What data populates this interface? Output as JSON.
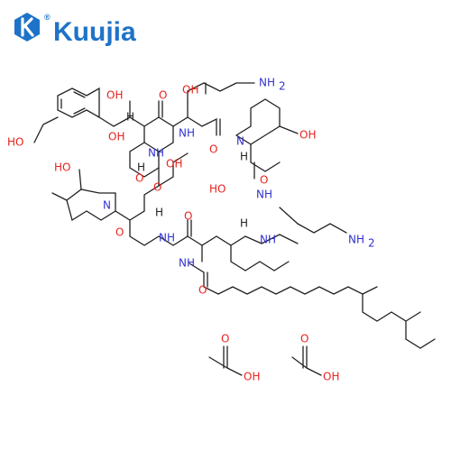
{
  "logo": {
    "text": "Kuujia",
    "registered_mark": "®",
    "icon": "k-hexagon-logo",
    "color": "#1e73c8"
  },
  "structure": {
    "labels": {
      "nh2_top": "NH",
      "nh2_top_sub": "2",
      "oh_top": "OH",
      "o_top": "O",
      "oh_aryl_benzyl": "OH",
      "nh_top": "NH",
      "ho_phenol": "HO",
      "h_a": "H",
      "oh_b": "OH",
      "nh_left": "NH",
      "o_mid": "O",
      "n_pro": "N",
      "oh_pro": "OH",
      "oh_thr": "OH",
      "ho_hyp": "HO",
      "o_left": "O",
      "o_left2": "O",
      "h_thr": "H",
      "h_pro": "H",
      "o_right": "O",
      "nh_right": "NH",
      "ho_right": "HO",
      "n_hyp": "N",
      "o_hyp": "O",
      "h_hyp": "H",
      "nh_mid": "NH",
      "o_center": "O",
      "h_center": "H",
      "nh_side": "NH",
      "nh2_side": "NH",
      "nh2_side_sub": "2",
      "nh_chain": "NH",
      "o_chain": "O"
    },
    "acetate1": {
      "o": "O",
      "oh": "OH"
    },
    "acetate2": {
      "o": "O",
      "oh": "OH"
    },
    "colors": {
      "oxygen": "#e8231e",
      "nitrogen": "#3232d2",
      "bond": "#222222"
    }
  }
}
